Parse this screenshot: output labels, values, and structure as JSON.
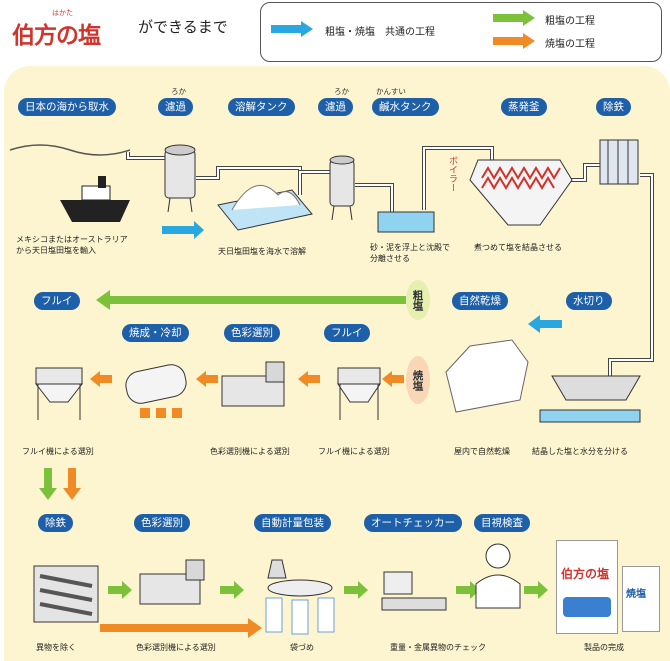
{
  "header": {
    "logo_ruby": "はかた",
    "logo_text": "伯方の塩",
    "title": "ができるまで"
  },
  "legend": {
    "common": "粗塩・焼塩　共通の工程",
    "raw": "粗塩の工程",
    "roasted": "焼塩の工程"
  },
  "colors": {
    "blue_arrow": "#29a7df",
    "green_arrow": "#7cc13a",
    "orange_arrow": "#f08a24",
    "tag_bg": "#1d5fa8",
    "panel_bg": "#fdf5cf"
  },
  "row1": {
    "intake_label": "日本の海から取水",
    "filter1_ruby": "ろか",
    "filter1_label": "濾過",
    "dissolve_label": "溶解タンク",
    "filter2_ruby": "ろか",
    "filter2_label": "濾過",
    "brine_ruby": "かんすい",
    "brine_label": "鹹水タンク",
    "evaporator_label": "蒸発釜",
    "iron_label": "除鉄",
    "boiler_label": "ボイラー",
    "caption_import": "メキシコまたはオーストラリア\nから天日塩田塩を輸入",
    "caption_dissolve": "天日塩田塩を海水で溶解",
    "caption_settle": "砂・泥を浮上と沈殿で\n分離させる",
    "caption_boil": "煮つめて塩を結晶させる"
  },
  "row2": {
    "raw_oval": "粗塩",
    "roasted_oval": "焼塩",
    "sieve_label": "フルイ",
    "drying_label": "自然乾燥",
    "dewater_label": "水切り",
    "roast_label": "焼成・冷却",
    "color_sort_label": "色彩選別",
    "sieve2_label": "フルイ",
    "caption_sieve_left": "フルイ機による選別",
    "caption_color_sort": "色彩選別機による選別",
    "caption_sieve_mid": "フルイ機による選別",
    "caption_drying": "屋内で自然乾燥",
    "caption_dewater": "結晶した塩と水分を分ける"
  },
  "row3": {
    "iron_label": "除鉄",
    "color_sort_label": "色彩選別",
    "packing_label": "自動計量包装",
    "checker_label": "オートチェッカー",
    "visual_label": "目視検査",
    "caption_foreign": "異物を除く",
    "caption_color_sort": "色彩選別機による選別",
    "caption_bag": "袋づめ",
    "caption_check": "重量・金属異物のチェック",
    "caption_done": "製品の完成",
    "product_big": "伯方の塩",
    "product_small": "焼塩"
  }
}
